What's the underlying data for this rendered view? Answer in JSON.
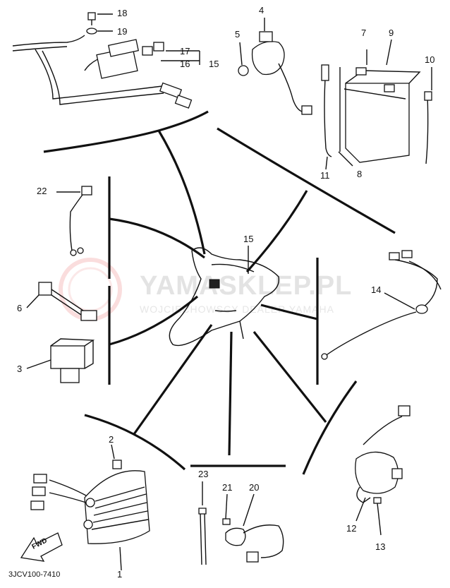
{
  "diagram": {
    "labels": [
      "1",
      "2",
      "3",
      "4",
      "5",
      "6",
      "7",
      "8",
      "9",
      "10",
      "11",
      "12",
      "13",
      "14",
      "15",
      "15",
      "16",
      "17",
      "18",
      "19",
      "20",
      "21",
      "22",
      "23"
    ],
    "fwd_text": "FWD",
    "code": "3JCV100-7410",
    "watermark": {
      "title": "YAMASKLEP.PL",
      "subtitle": "WOJCIECHOWSCY DEALER YAMAHA"
    }
  }
}
